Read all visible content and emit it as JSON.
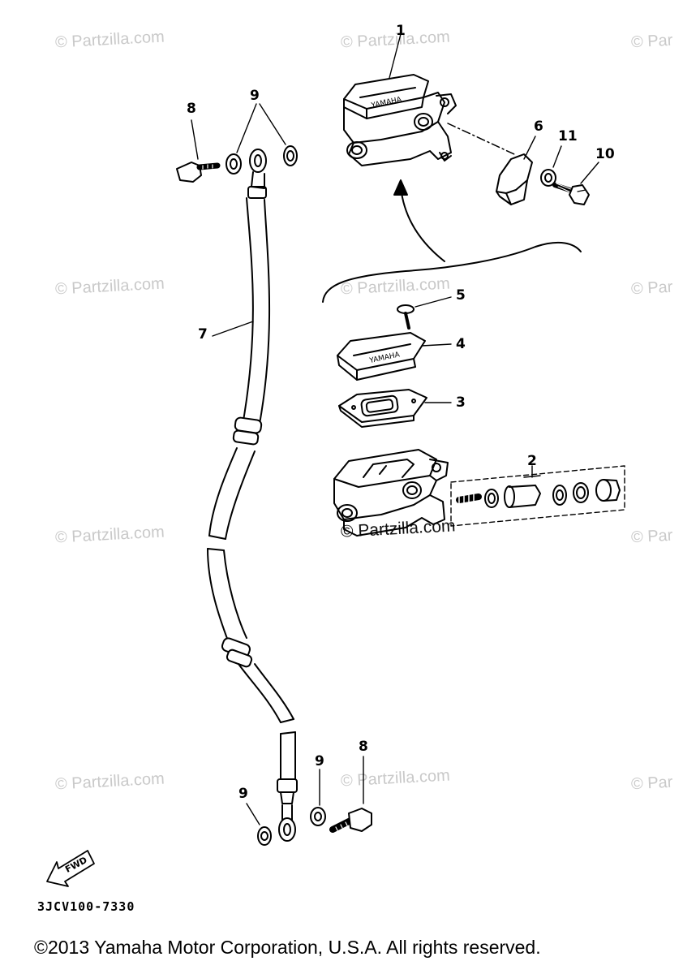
{
  "watermark": {
    "text": "© Partzilla.com",
    "text_cut": "© Par",
    "main_text": "© Partzilla.com"
  },
  "callouts": {
    "c1": "1",
    "c2": "2",
    "c3": "3",
    "c4": "4",
    "c5": "5",
    "c6": "6",
    "c7": "7",
    "c8_top": "8",
    "c8_bottom": "8",
    "c9_top": "9",
    "c9_bottom_left": "9",
    "c9_bottom_right": "9",
    "c10": "10",
    "c11": "11"
  },
  "embossed_text": {
    "reservoir_cap_1": "YAMAHA",
    "reservoir_cap_4": "YAMAHA"
  },
  "fwd_arrow": {
    "label": "FWD"
  },
  "part_number": "3JCV100-7330",
  "copyright": "©2013  Yamaha Motor Corporation, U.S.A. All rights reserved."
}
